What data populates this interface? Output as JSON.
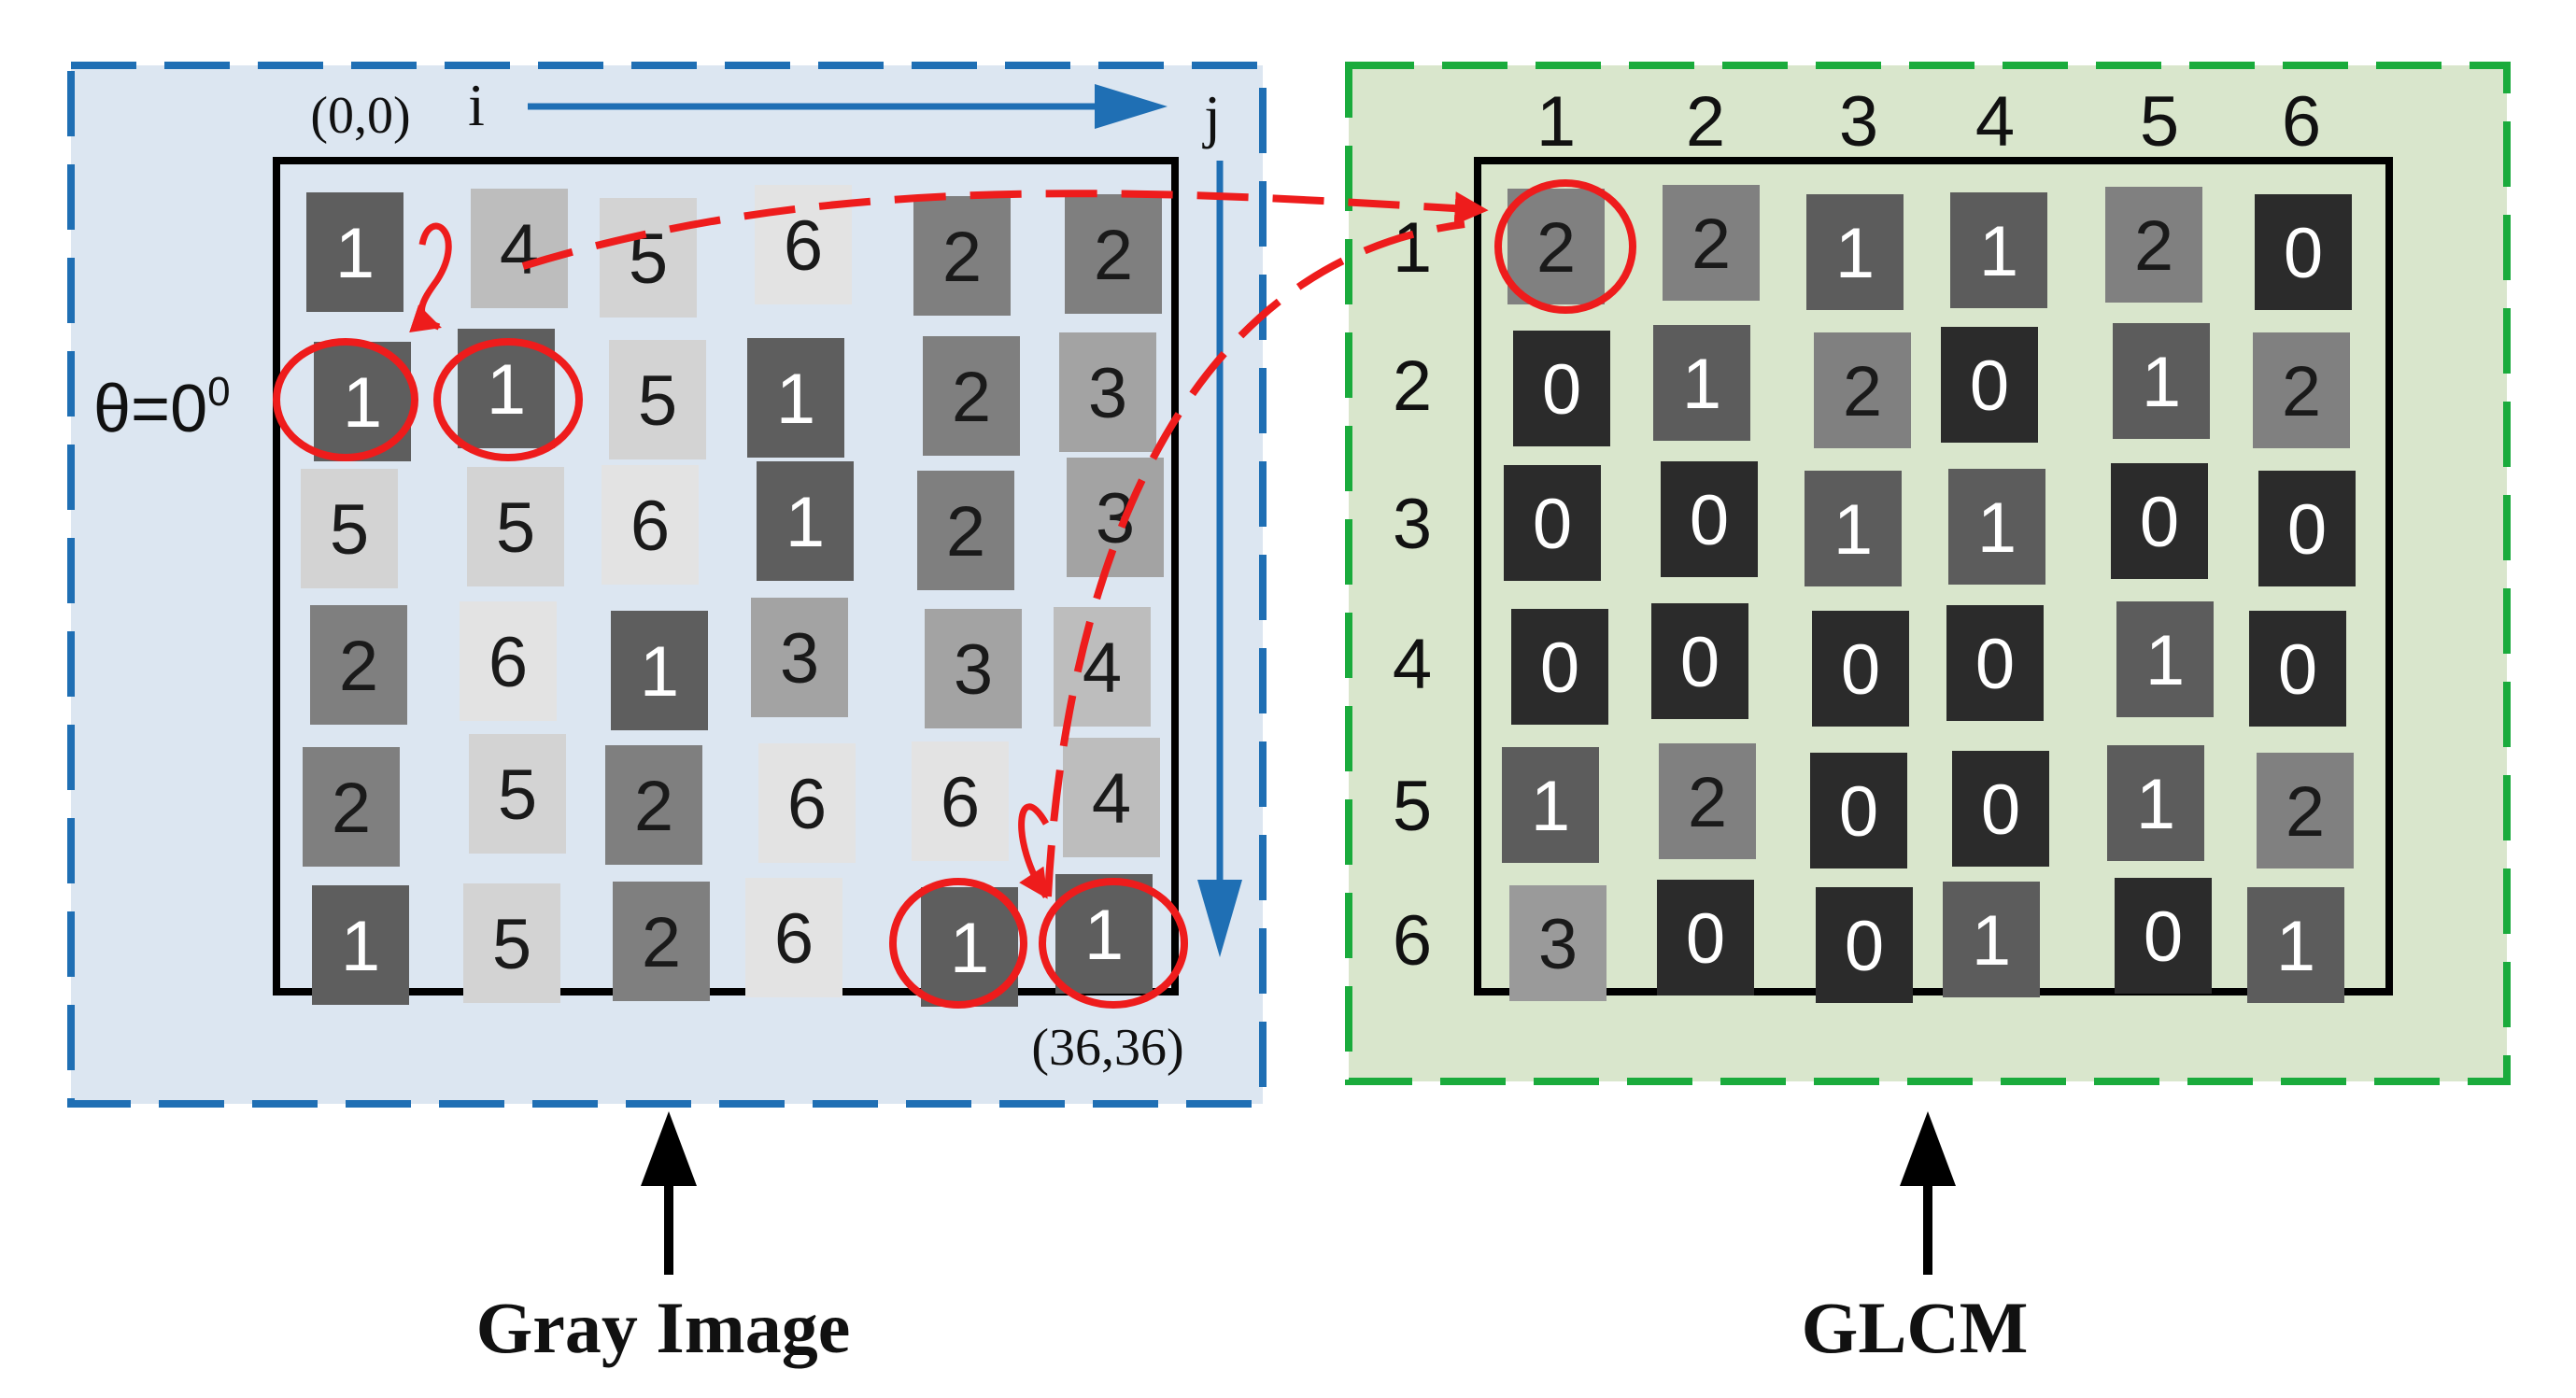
{
  "gray_image": {
    "caption": "Gray Image",
    "origin_label": "(0,0)",
    "end_label": "(36,36)",
    "axis_i_label": "i",
    "axis_j_label": "j",
    "angle_label": "θ=0",
    "angle_sup": "0",
    "values": [
      [
        "1",
        "4",
        "5",
        "6",
        "2",
        "2"
      ],
      [
        "1",
        "1",
        "5",
        "1",
        "2",
        "3"
      ],
      [
        "5",
        "5",
        "6",
        "1",
        "2",
        "3"
      ],
      [
        "2",
        "6",
        "1",
        "3",
        "3",
        "4"
      ],
      [
        "2",
        "5",
        "2",
        "6",
        "6",
        "4"
      ],
      [
        "1",
        "5",
        "2",
        "6",
        "1",
        "1"
      ]
    ],
    "level_colors": {
      "1": "#5e5e5e",
      "2": "#7f7f7f",
      "3": "#a3a3a3",
      "4": "#bdbdbd",
      "5": "#d3d3d3",
      "6": "#e3e3e3"
    }
  },
  "glcm": {
    "caption": "GLCM",
    "col_headers": [
      "1",
      "2",
      "3",
      "4",
      "5",
      "6"
    ],
    "row_headers": [
      "1",
      "2",
      "3",
      "4",
      "5",
      "6"
    ],
    "values": [
      [
        "2",
        "2",
        "1",
        "1",
        "2",
        "0"
      ],
      [
        "0",
        "1",
        "2",
        "0",
        "1",
        "2"
      ],
      [
        "0",
        "0",
        "1",
        "1",
        "0",
        "0"
      ],
      [
        "0",
        "0",
        "0",
        "0",
        "1",
        "0"
      ],
      [
        "1",
        "2",
        "0",
        "0",
        "1",
        "2"
      ],
      [
        "3",
        "0",
        "0",
        "1",
        "0",
        "1"
      ]
    ],
    "level_colors": {
      "0": "#2b2b2b",
      "1": "#5c5c5c",
      "2": "#808080",
      "3": "#9a9a9a"
    }
  },
  "colors": {
    "gray_panel_fill": "#dce6f1",
    "gray_panel_border": "#1f6fb4",
    "glcm_panel_fill": "#d9e6cc",
    "glcm_panel_border": "#1aab3c",
    "highlight": "#ee1c1c",
    "axis_arrow": "#1f6fb4"
  }
}
